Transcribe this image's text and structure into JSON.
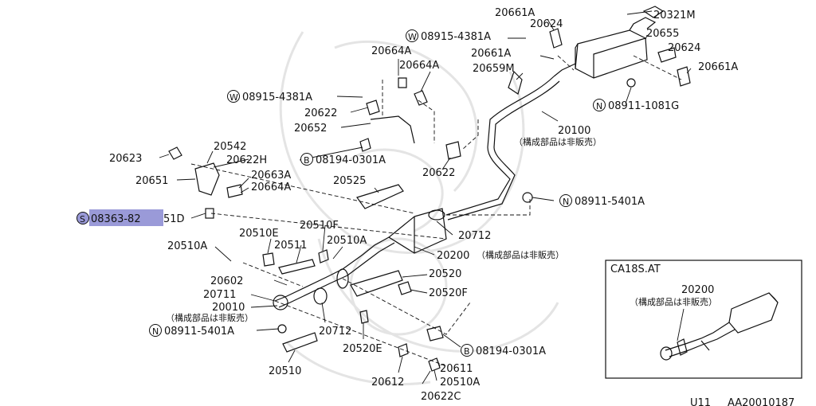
{
  "labels": {
    "p20661A_1": "20661A",
    "p20321M": "20321M",
    "p20624_1": "20624",
    "w08915_1": "08915-4381A",
    "p20655": "20655",
    "p20664A_1": "20664A",
    "p20661A_2": "20661A",
    "p20624_2": "20624",
    "p20664A_2": "20664A",
    "p20659M": "20659M",
    "p20661A_3": "20661A",
    "w08915_2": "08915-4381A",
    "n08911_1081G": "08911-1081G",
    "p20622_1": "20622",
    "p20652": "20652",
    "p20100": "20100",
    "note_20100": "（構成部品は非販売）",
    "p20542": "20542",
    "p20623": "20623",
    "p20622H": "20622H",
    "b08194_1": "08194-0301A",
    "p20663A": "20663A",
    "p20651": "20651",
    "p20664A_3": "20664A",
    "p20525": "20525",
    "p20622_2": "20622",
    "n08911_5401A_1": "08911-5401A",
    "s08363_a": "08363-82",
    "s08363_b": "51D",
    "p20510F": "20510F",
    "p20712_1": "20712",
    "p20510E": "20510E",
    "p20511": "20511",
    "p20510A_1": "20510A",
    "p20510A_2": "20510A",
    "p20200": "20200",
    "note_20200": "（構成部品は非販売）",
    "p20602": "20602",
    "p20520": "20520",
    "p20711": "20711",
    "p20520F": "20520F",
    "p20010": "20010",
    "note_20010": "（構成部品は非販売）",
    "n08911_5401A_2": "08911-5401A",
    "p20712_2": "20712",
    "p20520E": "20520E",
    "b08194_2": "08194-0301A",
    "p20510": "20510",
    "p20612": "20612",
    "p20611": "20611",
    "p20510A_3": "20510A",
    "p20622C": "20622C",
    "inset_title": "CA18S.AT",
    "inset_part": "20200",
    "inset_note": "（構成部品は非販売）",
    "footer_left": "U11",
    "footer_right": "AA20010187"
  },
  "symbols": {
    "w": "W",
    "n": "N",
    "b": "B",
    "s": "S"
  },
  "colors": {
    "highlight": "#9a9ad8",
    "line": "#111111",
    "watermark": "#e4e4e4"
  }
}
